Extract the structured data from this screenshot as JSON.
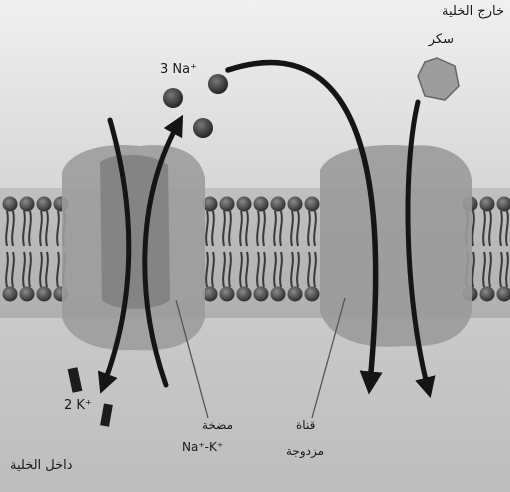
{
  "labels": {
    "outside_cell": "خارج الخلية",
    "sugar": "سكر",
    "inside_cell": "داخل الخلية",
    "na_ions": "3 Na⁺",
    "k_ions": "2 K⁺",
    "pump_name": "مضخة",
    "pump_ions": "Na⁺-K⁺",
    "channel_name_1": "قناة",
    "channel_name_2": "مزدوجة"
  }
}
